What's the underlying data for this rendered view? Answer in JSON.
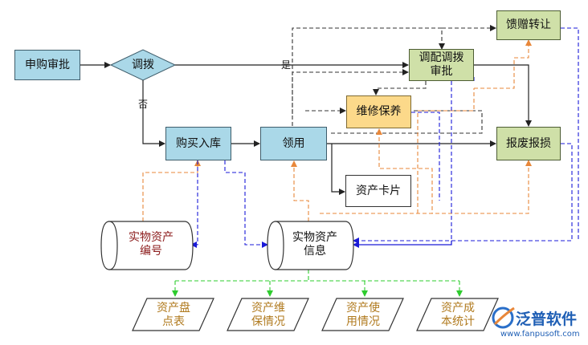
{
  "nodes": {
    "apply": "申购审批",
    "transfer": "调拨",
    "purchase": "购买入库",
    "receive": "领用",
    "repair": "维修保养",
    "card": "资产卡片",
    "approve": [
      "调配调拨",
      "审批"
    ],
    "donate": "馈赠转让",
    "scrap": "报废报损"
  },
  "labels": {
    "yes": "是",
    "no": "否"
  },
  "storage": {
    "asset_no": [
      "实物资产",
      "编号"
    ],
    "asset_info": [
      "实物资产",
      "信息"
    ]
  },
  "reports": [
    [
      "资产盘",
      "点表"
    ],
    [
      "资产维",
      "保情况"
    ],
    [
      "资产使",
      "用情况"
    ],
    [
      "资产成",
      "本统计"
    ]
  ],
  "logo": {
    "name": "泛普软件",
    "url": "www.fanpusoft.com"
  },
  "colors": {
    "node_blue": "#aad8e8",
    "node_green": "#cfe0a8",
    "node_yellow": "#fcd98a",
    "flow_orange": "#e8873a",
    "flow_blue": "#1a1ad8",
    "flow_green": "#2ecc2e",
    "flow_black": "#222222"
  }
}
